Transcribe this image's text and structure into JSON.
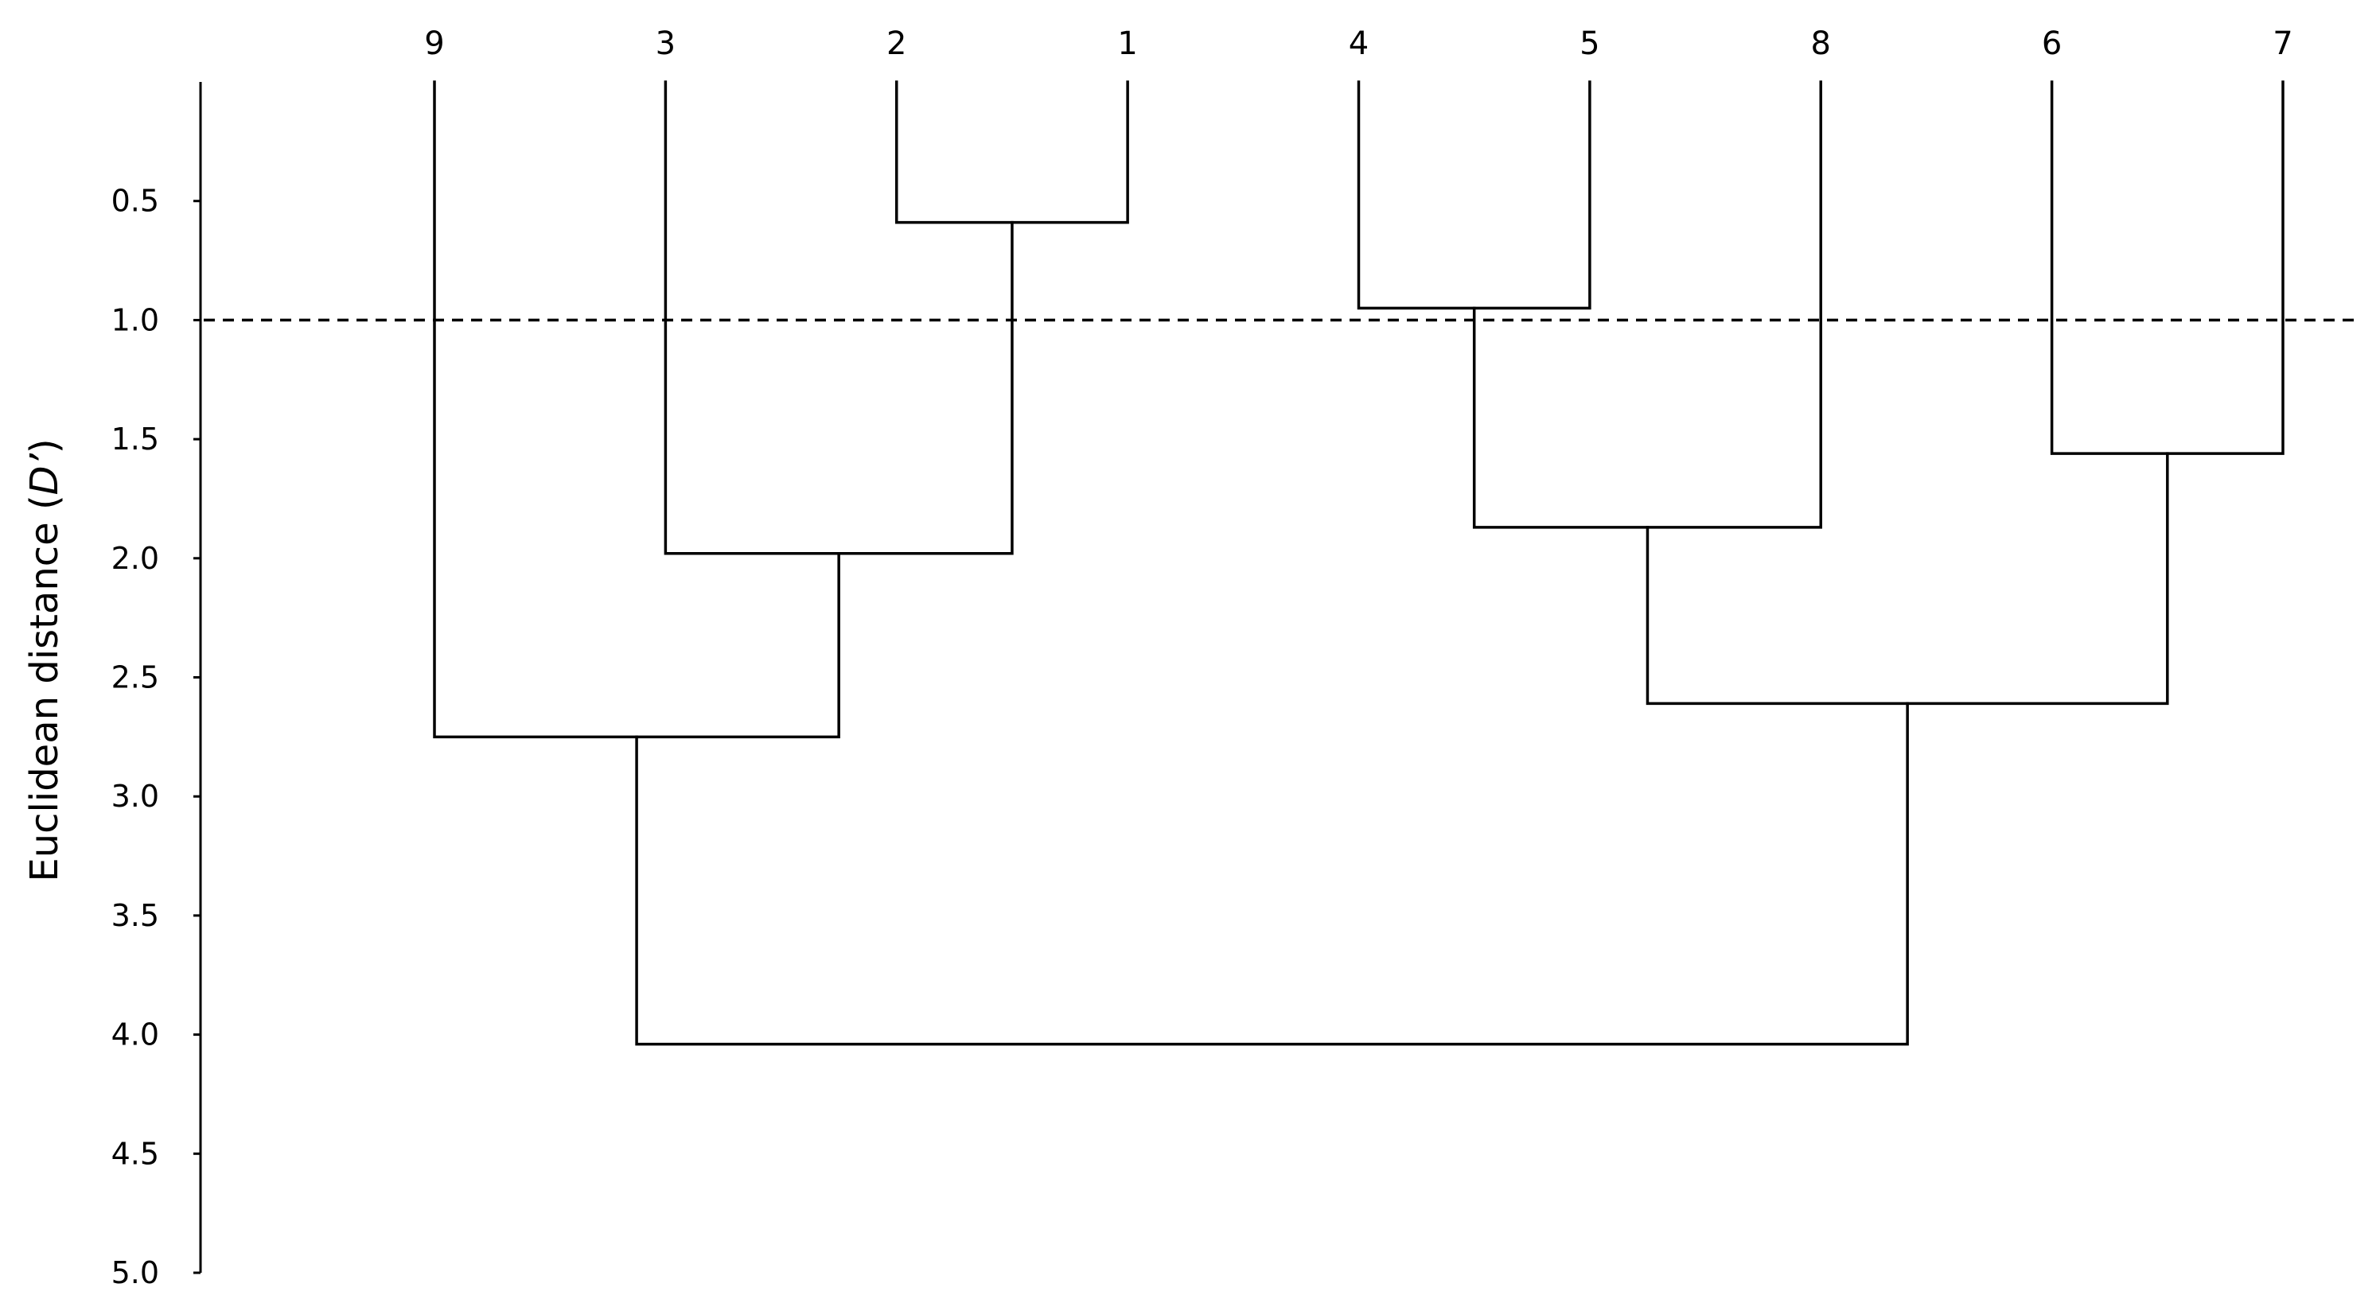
{
  "chart_data": {
    "type": "dendrogram",
    "ylabel_prefix": "Euclidean distance (",
    "ylabel_var": "D’",
    "ylabel_suffix": ")",
    "ylim": [
      0.0,
      5.0
    ],
    "y_inverted": true,
    "y_ticks": [
      "0.5",
      "1.0",
      "1.5",
      "2.0",
      "2.5",
      "3.0",
      "3.5",
      "4.0",
      "4.5",
      "5.0"
    ],
    "leaf_order": [
      "9",
      "3",
      "2",
      "1",
      "4",
      "5",
      "8",
      "6",
      "7"
    ],
    "merges": [
      {
        "left": "2",
        "right": "1",
        "height": 0.59
      },
      {
        "left": "4",
        "right": "5",
        "height": 0.95
      },
      {
        "left": "6",
        "right": "7",
        "height": 1.56
      },
      {
        "left": "4-5",
        "right": "8",
        "height": 1.87
      },
      {
        "left": "3",
        "right": "2-1",
        "height": 1.98
      },
      {
        "left": "4-5-8",
        "right": "6-7",
        "height": 2.61
      },
      {
        "left": "9",
        "right": "3-2-1",
        "height": 2.75
      },
      {
        "left": "9-3-2-1",
        "right": "4-5-8-6-7",
        "height": 4.04
      }
    ],
    "cut_height": 1.0,
    "grid": false,
    "legend": "none"
  }
}
